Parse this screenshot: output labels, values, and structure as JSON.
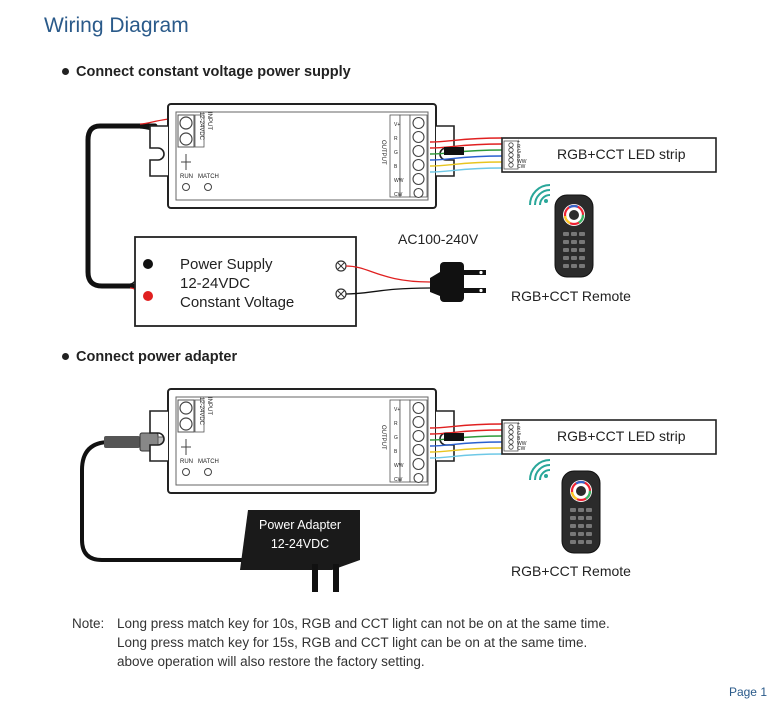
{
  "title": "Wiring Diagram",
  "sections": [
    {
      "heading": "Connect constant voltage power supply"
    },
    {
      "heading": "Connect power adapter"
    }
  ],
  "power_supply": {
    "line1": "Power Supply",
    "line2": "12-24VDC",
    "line3": "Constant Voltage"
  },
  "ac_label": "AC100-240V",
  "led_strip_label": "RGB+CCT LED strip",
  "remote_label": "RGB+CCT Remote",
  "adapter": {
    "line1": "Power Adapter",
    "line2": "12-24VDC"
  },
  "controller": {
    "input_label": "INPUT",
    "input_voltage": "12-24VDC",
    "output_label": "OUTPUT",
    "run_label": "RUN",
    "match_label": "MATCH",
    "terminal_labels": [
      "V+",
      "R",
      "G",
      "B",
      "WW",
      "CW"
    ],
    "input_terminals": [
      "+",
      "-"
    ]
  },
  "strip_pins": [
    "+",
    "R",
    "G",
    "B",
    "WW",
    "CW"
  ],
  "note": {
    "prefix": "Note:",
    "line1": "Long press match key for 10s, RGB and CCT light can not be on at the same time.",
    "line2": "Long press match key for 15s, RGB and CCT light can be on at the same time.",
    "line3": "above operation will also restore the factory setting."
  },
  "page": "Page 1",
  "colors": {
    "accent": "#2a5a8a",
    "wire_red": "#e02020",
    "wire_black": "#111111"
  }
}
